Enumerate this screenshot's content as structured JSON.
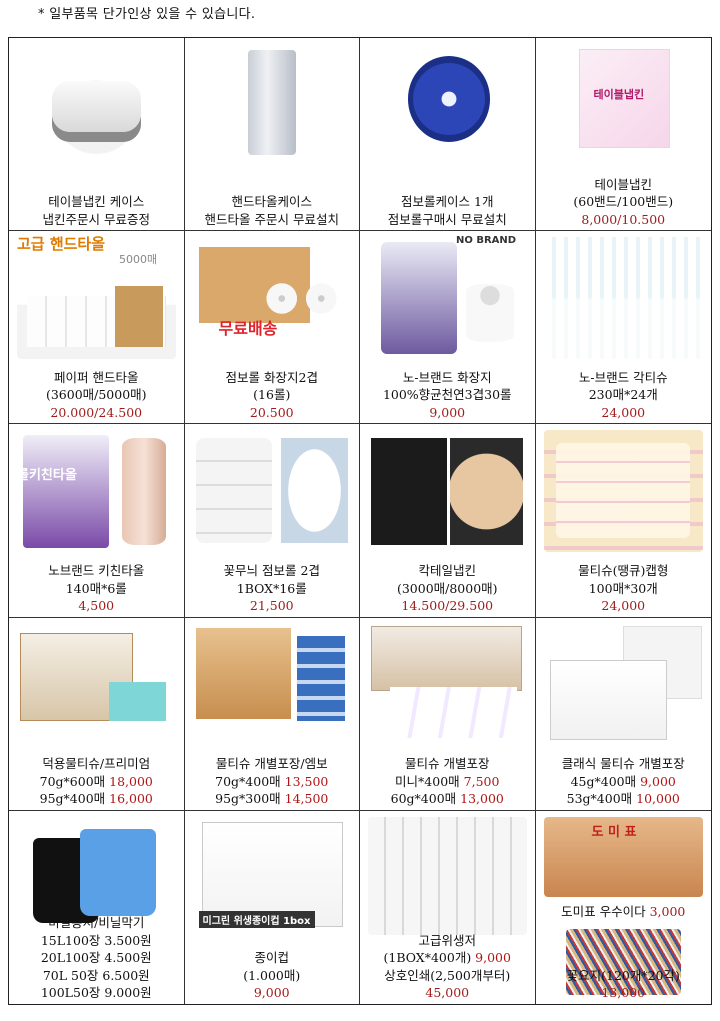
{
  "notice": "* 일부품목  단가인상 있을 수 있습니다.",
  "products": [
    {
      "photo": "ph-napkincase",
      "icon": "napkin-case-photo",
      "lines": [
        {
          "text": "테이블냅킨 케이스"
        },
        {
          "text": "냅킨주문시 무료증정"
        }
      ]
    },
    {
      "photo": "ph-hand",
      "icon": "hand-towel-case-photo",
      "lines": [
        {
          "text": "핸드타올케이스"
        },
        {
          "text": "핸드타올 주문시 무료설치"
        }
      ]
    },
    {
      "photo": "ph-jumbo",
      "icon": "jumbo-roll-case-photo",
      "lines": [
        {
          "text": "점보롤케이스 1개"
        },
        {
          "text": "점보롤구매시 무료설치"
        }
      ]
    },
    {
      "photo": "ph-napkinbox",
      "icon": "table-napkin-box-photo",
      "overlay": "테이블냅킨",
      "lines": [
        {
          "text": "테이블냅킨"
        },
        {
          "text": "(60밴드/100밴드)"
        },
        {
          "text": "8,000/10.500",
          "red": true
        }
      ]
    },
    {
      "photo": "ph-paperhand",
      "icon": "paper-hand-towel-photo",
      "overlay": "고급 핸드타올",
      "overlay2": "5000매",
      "lines": [
        {
          "text": "페이퍼 핸드타올"
        },
        {
          "text": "(3600매/5000매)"
        },
        {
          "text": "20.000/24.500",
          "red": true
        }
      ]
    },
    {
      "photo": "ph-jumbobox",
      "icon": "jumbo-roll-box-photo",
      "overlay": "무료배송",
      "lines": [
        {
          "text": "점보롤 화장지2겹"
        },
        {
          "text": "(16롤)"
        },
        {
          "text": "20.500",
          "red": true
        }
      ]
    },
    {
      "photo": "ph-nobrand",
      "icon": "nobrand-toilet-paper-photo",
      "overlay": "NO BRAND",
      "lines": [
        {
          "text": "노-브랜드 화장지"
        },
        {
          "text": "100%향균천연3겹30롤"
        },
        {
          "text": "9,000",
          "red": true
        }
      ]
    },
    {
      "photo": "ph-tissue",
      "icon": "nobrand-tissue-box-photo",
      "lines": [
        {
          "text": "노-브랜드 각티슈"
        },
        {
          "text": "230매*24개"
        },
        {
          "text": "24,000",
          "red": true
        }
      ]
    },
    {
      "photo": "ph-kitchen",
      "icon": "kitchen-towel-photo",
      "overlay": "롤키친타올",
      "lines": [
        {
          "text": "노브랜드 키친타올"
        },
        {
          "text": "140매*6롤"
        },
        {
          "text": "4,500",
          "red": true
        }
      ]
    },
    {
      "photo": "ph-flower",
      "icon": "flower-jumbo-roll-photo",
      "lines": [
        {
          "text": "꽃무늬 점보롤 2겹"
        },
        {
          "text": "1BOX*16롤"
        },
        {
          "text": "21,500",
          "red": true
        }
      ]
    },
    {
      "photo": "ph-cocktail",
      "icon": "cocktail-napkin-photo",
      "lines": [
        {
          "text": "칵테일냅킨"
        },
        {
          "text": "(3000매/8000매)"
        },
        {
          "text": "14.500/29.500",
          "red": true
        }
      ]
    },
    {
      "photo": "ph-wet",
      "icon": "wet-tissue-cap-photo",
      "lines": [
        {
          "text": "물티슈(땡큐)캡형"
        },
        {
          "text": "100매*30개"
        },
        {
          "text": "24,000",
          "red": true
        }
      ]
    },
    {
      "photo": "ph-dukyong",
      "icon": "premium-wet-tissue-photo",
      "lines": [
        {
          "text": "덕용물티슈/프리미엄"
        },
        {
          "text": "70g*600매 ",
          "red_tail": "18,000"
        },
        {
          "text": "95g*400매 ",
          "red_tail": "16,000"
        }
      ]
    },
    {
      "photo": "ph-indiv",
      "icon": "embossed-wet-tissue-photo",
      "lines": [
        {
          "text": "물티슈 개별포장/엠보"
        },
        {
          "text": "70g*400매 ",
          "red_tail": "13,500"
        },
        {
          "text": "95g*300매 ",
          "red_tail": "14,500"
        }
      ]
    },
    {
      "photo": "ph-mini",
      "icon": "mini-wet-tissue-photo",
      "lines": [
        {
          "text": "물티슈 개별포장"
        },
        {
          "text": "미니*400매 ",
          "red_tail": "7,500"
        },
        {
          "text": "60g*400매 ",
          "red_tail": "13,000"
        }
      ]
    },
    {
      "photo": "ph-classic",
      "icon": "classic-wet-tissue-photo",
      "lines": [
        {
          "text": "클래식 물티슈 개별포장"
        },
        {
          "text": "45g*400매 ",
          "red_tail": "9,000"
        },
        {
          "text": "53g*400매 ",
          "red_tail": "10,000"
        }
      ]
    },
    {
      "photo": "ph-bags",
      "icon": "plastic-bag-photo",
      "lines": [
        {
          "text": "비닐봉지/비닐막기"
        },
        {
          "text": "15L100장 3.500원"
        },
        {
          "text": "20L100장 4.500원"
        },
        {
          "text": "70L 50장 6.500원"
        },
        {
          "text": "100L50장 9.000원"
        }
      ]
    },
    {
      "photo": "ph-cups",
      "icon": "paper-cup-photo",
      "overlay": "미그린 위생종이컵 1box",
      "lines": [
        {
          "text": "종이컵"
        },
        {
          "text": "(1.000매)"
        },
        {
          "text": "9,000",
          "red": true
        }
      ]
    },
    {
      "photo": "ph-chopsticks",
      "icon": "chopsticks-photo",
      "lines": [
        {
          "text": "고급위생저"
        },
        {
          "text": "(1BOX*400개)  ",
          "red_tail": "9,000"
        },
        {
          "text": "상호인쇄(2,500개부터)"
        },
        {
          "text": "45,000",
          "red": true
        }
      ]
    },
    {
      "photo": "ph-domi",
      "icon": "toothpick-box-photo",
      "overlay": "도 미 표",
      "mid": "도미표 우수이다  ",
      "mid_red": "3,000",
      "lines": [
        {
          "text": "꽃요지(120개*20각)"
        },
        {
          "text": "13,000",
          "red": true
        }
      ]
    }
  ]
}
